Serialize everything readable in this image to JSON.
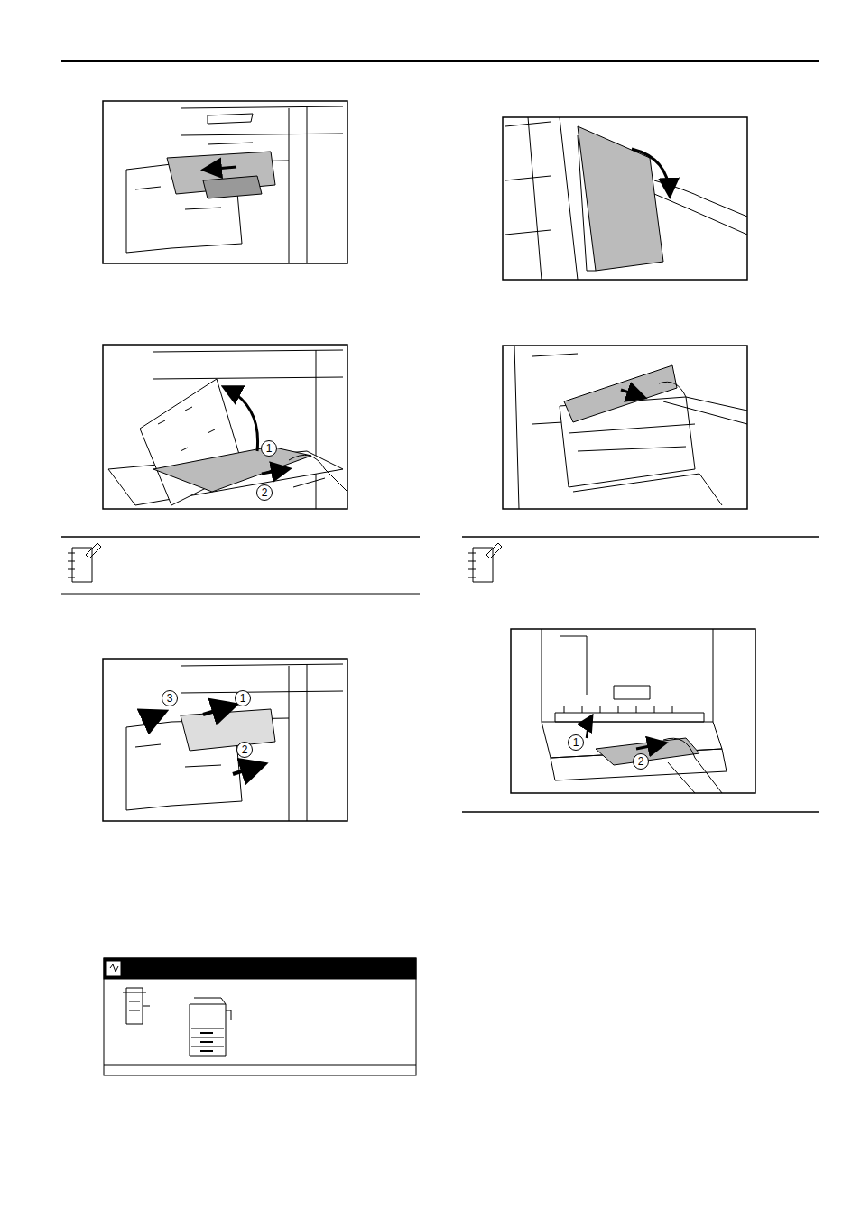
{
  "diagram": {
    "labels": [
      "1",
      "2",
      "3",
      "1",
      "2",
      "1",
      "2"
    ]
  }
}
